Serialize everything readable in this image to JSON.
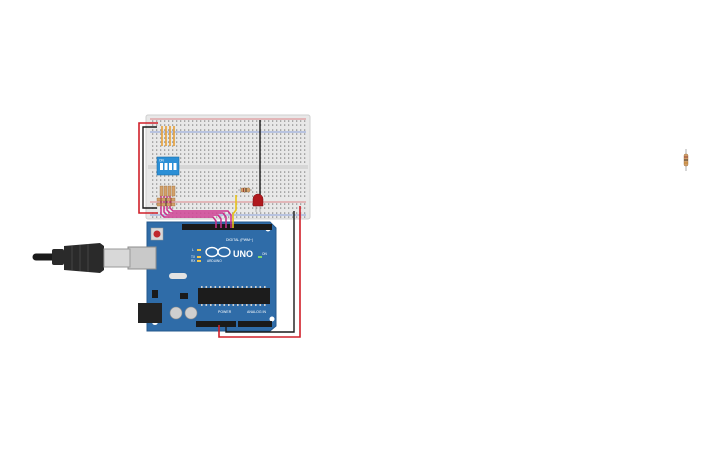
{
  "canvas": {
    "background": "#ffffff"
  },
  "arduino": {
    "model": "UNO",
    "brand": "ARDUINO",
    "digital_label": "DIGITAL (PWM~)",
    "power_label": "POWER",
    "analog_label": "ANALOG IN",
    "on_label": "ON",
    "tx_label": "TX",
    "rx_label": "RX",
    "l_label": "L",
    "board_color": "#2f6ca8"
  },
  "dip_switch": {
    "label": "ON",
    "color": "#2b8fd6"
  },
  "components": {
    "led": "red-led",
    "resistors": [
      "resistor-bank",
      "resistor-bank-lower",
      "led-resistor",
      "loose-resistor"
    ],
    "usb": "usb-b-cable"
  },
  "colors": {
    "wire_red": "#d0202a",
    "wire_black": "#1a1a1a",
    "wire_magenta": "#cc2f8a",
    "wire_yellow": "#e8c21b",
    "wire_orange": "#e79a2a",
    "breadboard": "#e6e6e6"
  }
}
